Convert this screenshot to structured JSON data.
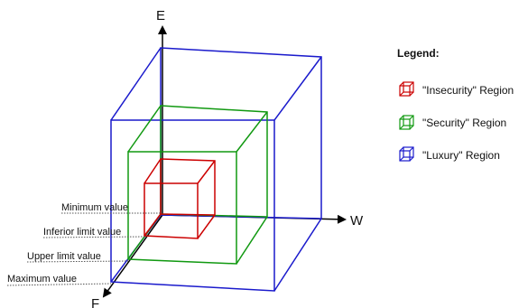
{
  "axes": {
    "vertical": "E",
    "horizontal": "W",
    "depth": "F"
  },
  "value_labels": {
    "minimum": "Minimum value",
    "inferior": "Inferior limit value",
    "upper": "Upper limit value",
    "maximum": "Maximum value"
  },
  "legend": {
    "title": "Legend:",
    "items": [
      {
        "label": "\"Insecurity\" Region",
        "color": "#cc0000",
        "icon": "cube-icon"
      },
      {
        "label": "\"Security\" Region",
        "color": "#119911",
        "icon": "cube-icon"
      },
      {
        "label": "\"Luxury\" Region",
        "color": "#1a1acc",
        "icon": "cube-icon"
      }
    ]
  },
  "region_colors": {
    "insecurity": "#cc0000",
    "security": "#119911",
    "luxury": "#1a1acc"
  }
}
